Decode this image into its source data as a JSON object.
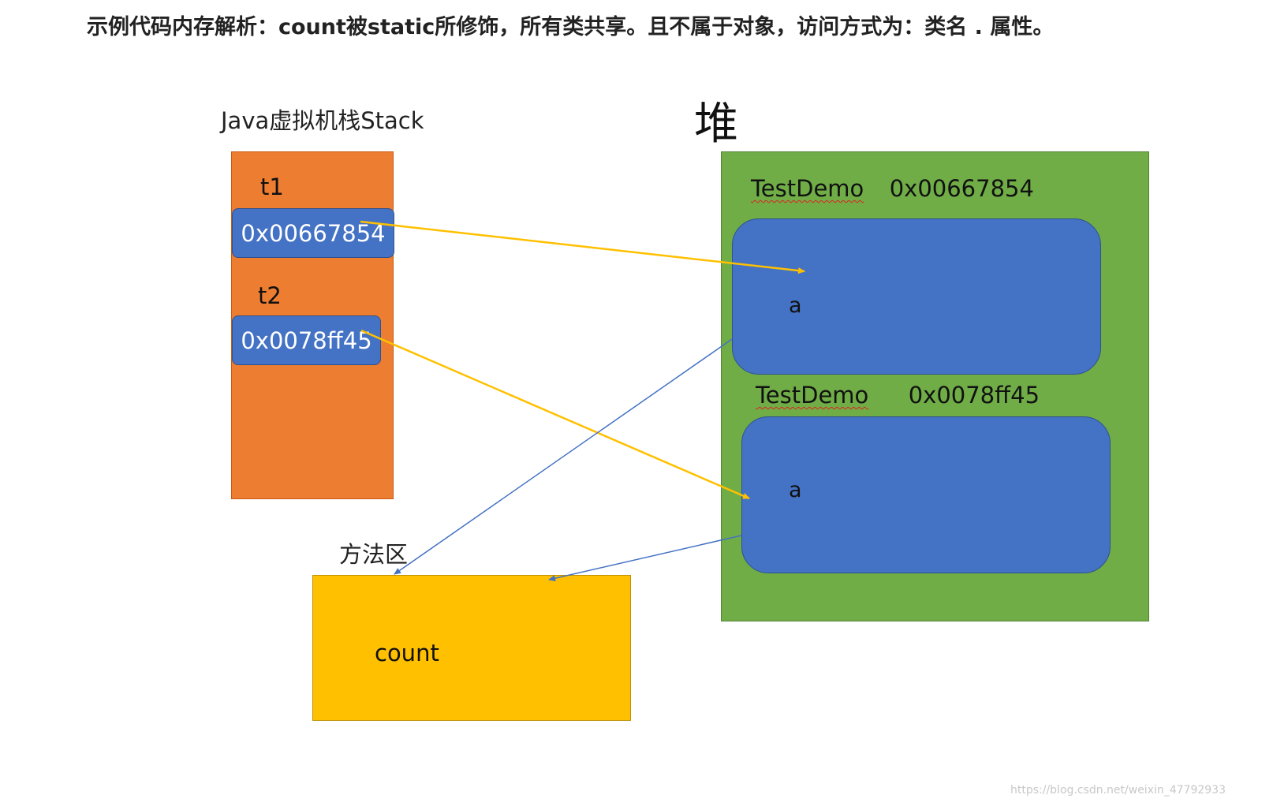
{
  "heading": "示例代码内存解析：count被static所修饰，所有类共享。且不属于对象，访问方式为：类名 . 属性。",
  "stack": {
    "title": "Java虚拟机栈Stack",
    "vars": [
      {
        "name": "t1",
        "ref": "0x00667854"
      },
      {
        "name": "t2",
        "ref": "0x0078ff45"
      }
    ]
  },
  "heap": {
    "title": "堆",
    "objects": [
      {
        "class_name": "TestDemo",
        "address": "0x00667854",
        "field": "a"
      },
      {
        "class_name": "TestDemo",
        "address": "0x0078ff45",
        "field": "a"
      }
    ]
  },
  "method_area": {
    "title": "方法区",
    "field": "count"
  },
  "watermark": "https://blog.csdn.net/weixin_47792933",
  "colors": {
    "stack_fill": "#ed7d31",
    "heap_fill": "#70ad47",
    "object_fill": "#4472c4",
    "method_fill": "#ffc000",
    "reference_arrow": "#ffc000",
    "static_arrow": "#4472c4"
  }
}
